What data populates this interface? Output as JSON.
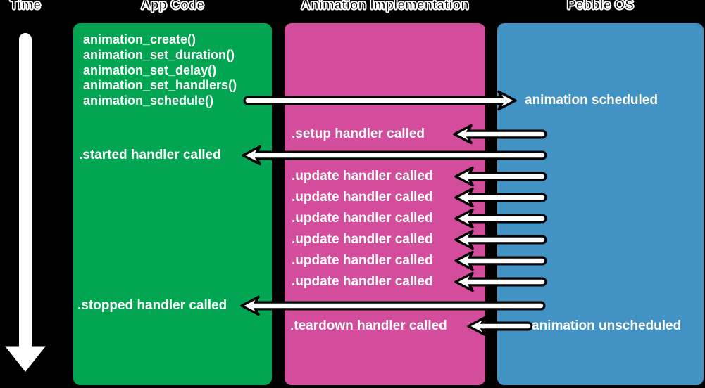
{
  "headers": {
    "time": "Time",
    "app_code": "App Code",
    "animation_implementation": "Animation Implementation",
    "pebble_os": "Pebble OS"
  },
  "app_code_calls": [
    "animation_create()",
    "animation_set_duration()",
    "animation_set_delay()",
    "animation_set_handlers()",
    "animation_schedule()"
  ],
  "events": {
    "scheduled": "animation scheduled",
    "setup": ".setup handler called",
    "started": ".started handler called",
    "update": ".update handler called",
    "stopped": ".stopped handler called",
    "teardown": ".teardown handler called",
    "unscheduled": "animation unscheduled"
  },
  "colors": {
    "background": "#000000",
    "app_code": "#02A551",
    "animation_implementation": "#D44D9C",
    "pebble_os": "#4292C3",
    "label_text": "#FFFFFF",
    "header_text": "#000000",
    "header_outline": "#FFFFFF",
    "arrow_fill": "#FFFFFF",
    "arrow_outline": "#000000"
  }
}
